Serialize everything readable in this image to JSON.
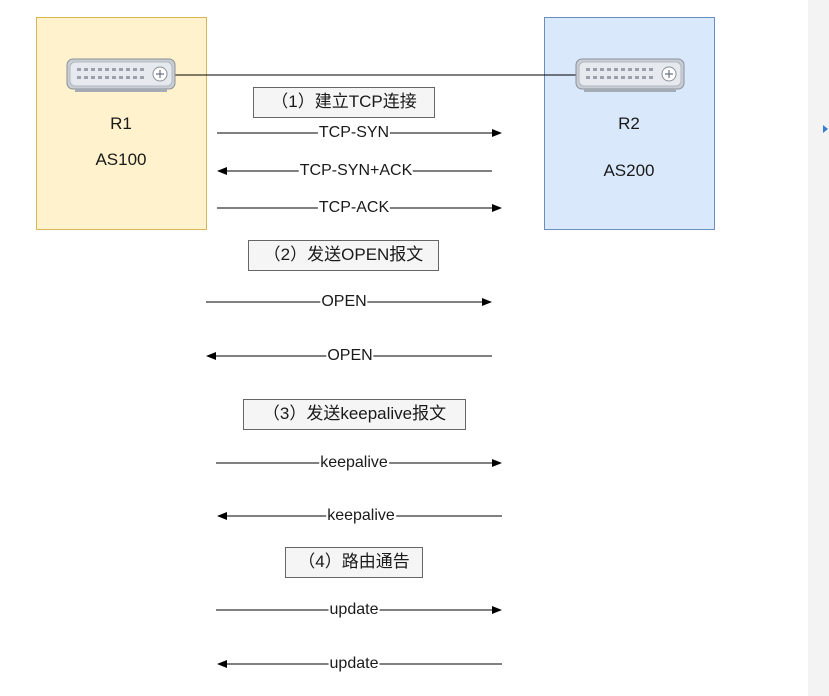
{
  "routers": {
    "r1": {
      "name": "R1",
      "as": "AS100"
    },
    "r2": {
      "name": "R2",
      "as": "AS200"
    }
  },
  "steps": [
    {
      "label": "（1）建立TCP连接"
    },
    {
      "label": "（2）发送OPEN报文"
    },
    {
      "label": "（3）发送keepalive报文"
    },
    {
      "label": "（4）路由通告"
    }
  ],
  "messages": [
    {
      "label": "TCP-SYN",
      "direction": "R1->R2"
    },
    {
      "label": "TCP-SYN+ACK",
      "direction": "R2->R1"
    },
    {
      "label": "TCP-ACK",
      "direction": "R1->R2"
    },
    {
      "label": "OPEN",
      "direction": "R1->R2"
    },
    {
      "label": "OPEN",
      "direction": "R2->R1"
    },
    {
      "label": "keepalive",
      "direction": "R1->R2"
    },
    {
      "label": "keepalive",
      "direction": "R2->R1"
    },
    {
      "label": "update",
      "direction": "R1->R2"
    },
    {
      "label": "update",
      "direction": "R2->R1"
    }
  ],
  "colors": {
    "r1_fill": "#fff2cc",
    "r1_border": "#d6b656",
    "r2_fill": "#dae8fc",
    "r2_border": "#6c8ebf",
    "line": "#000000"
  },
  "icons": {
    "router": "router-icon"
  }
}
